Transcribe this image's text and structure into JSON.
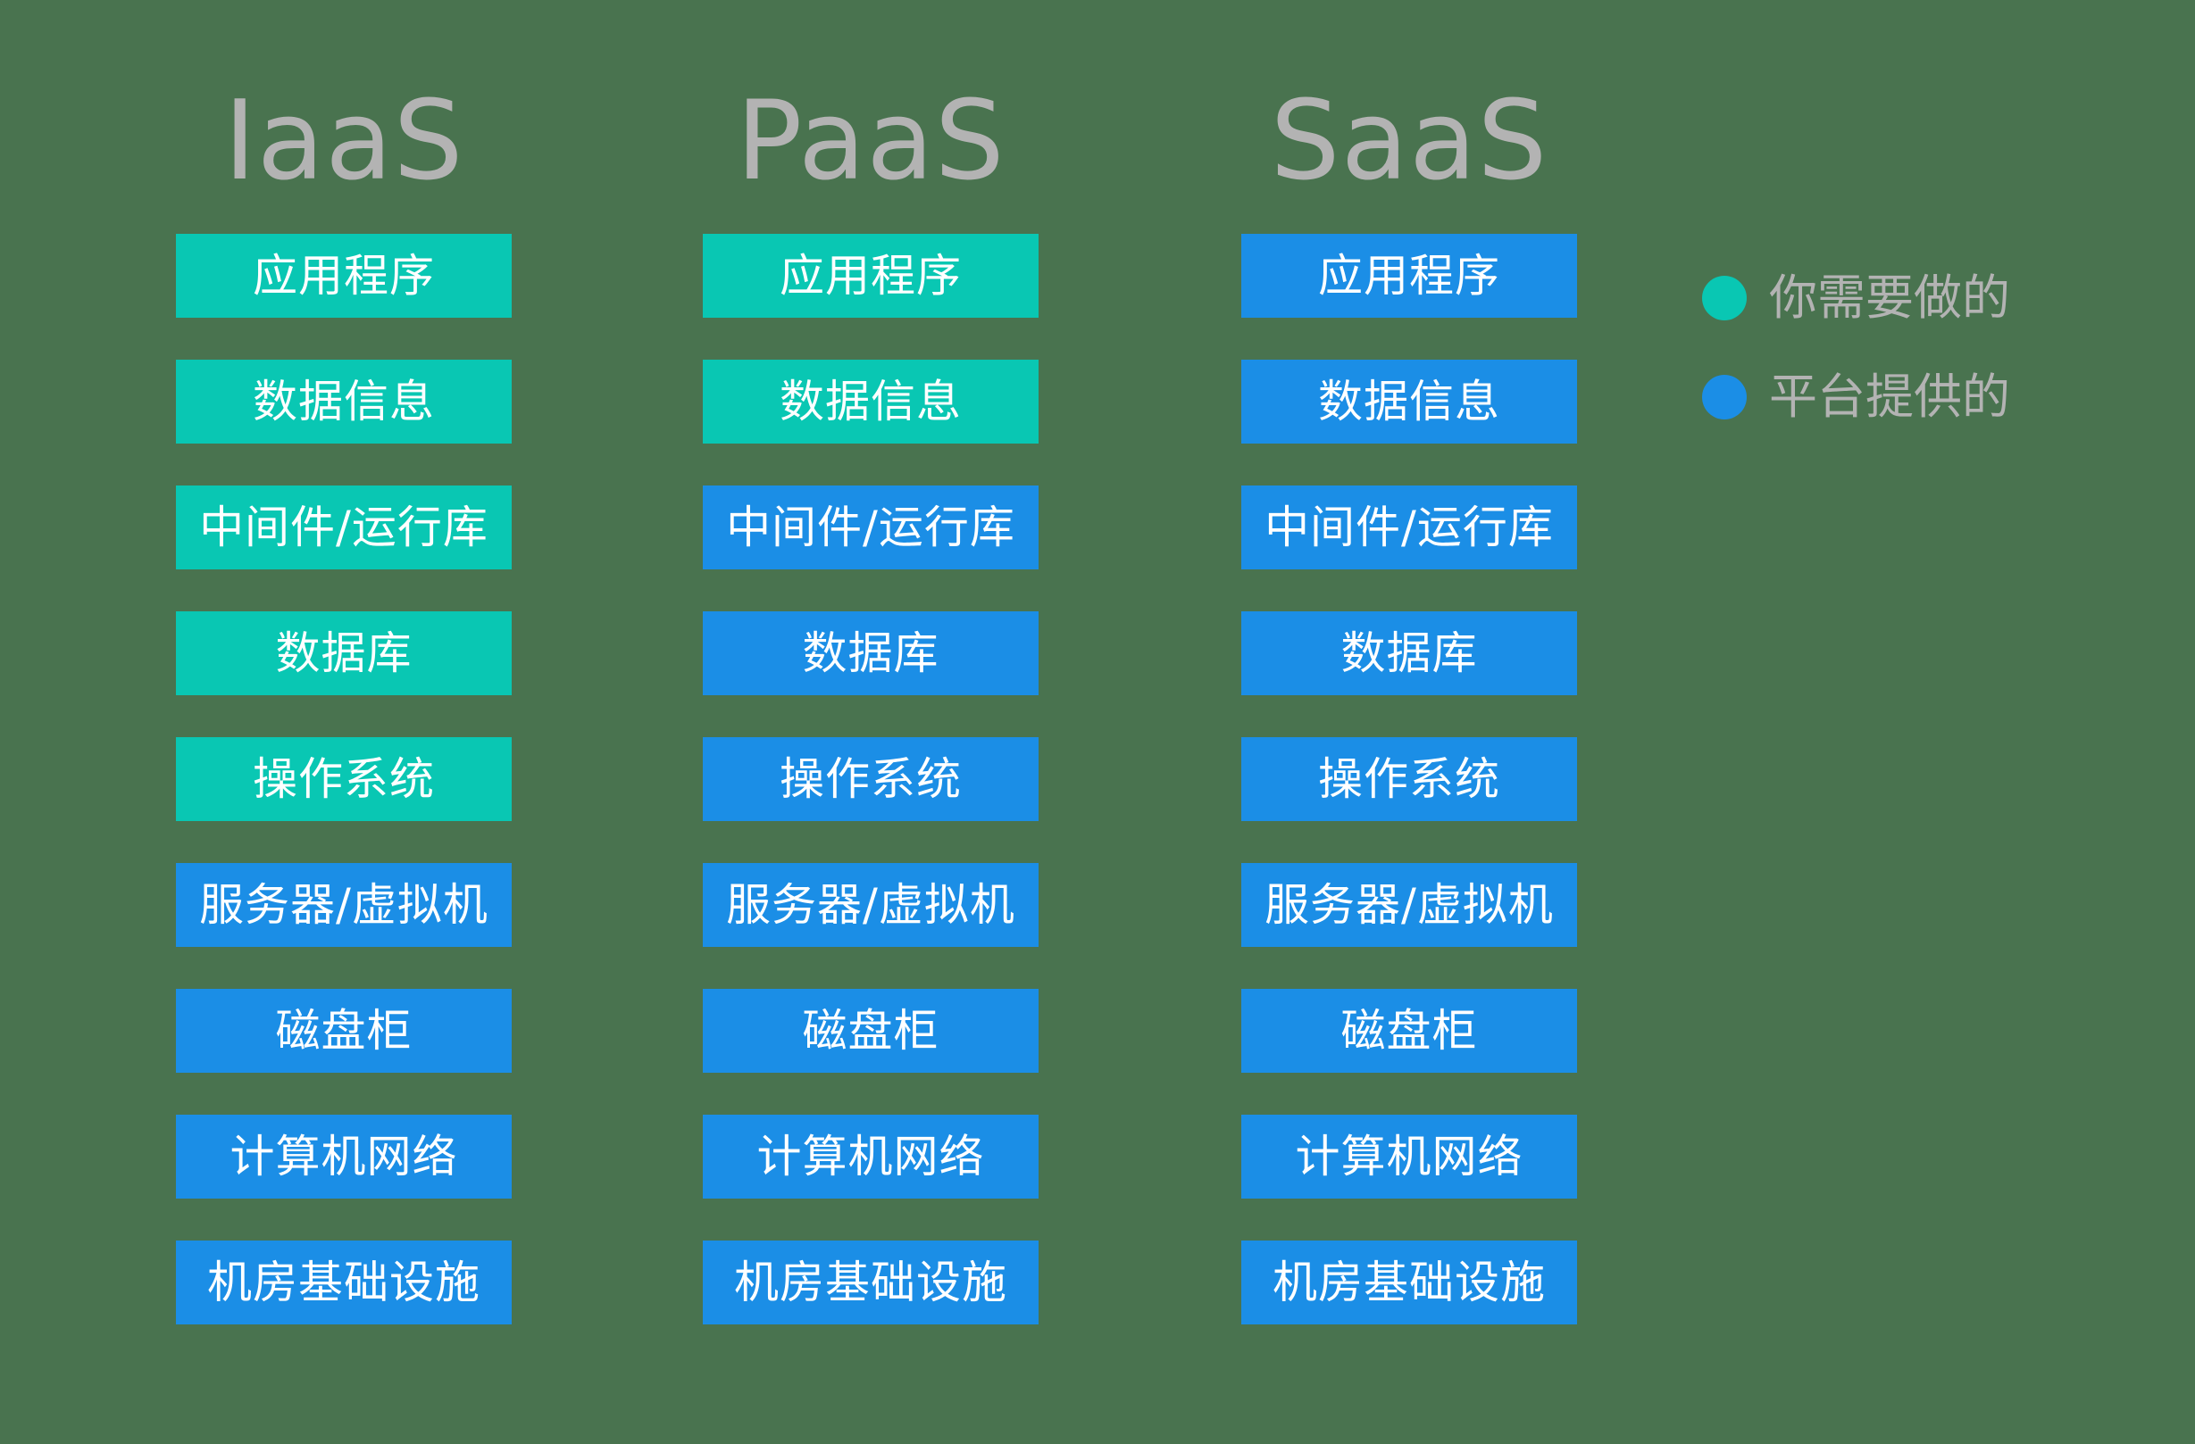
{
  "diagram": {
    "columns": [
      {
        "title": "IaaS",
        "layers": [
          {
            "label": "应用程序",
            "type": "user"
          },
          {
            "label": "数据信息",
            "type": "user"
          },
          {
            "label": "中间件/运行库",
            "type": "user"
          },
          {
            "label": "数据库",
            "type": "user"
          },
          {
            "label": "操作系统",
            "type": "user"
          },
          {
            "label": "服务器/虚拟机",
            "type": "platform"
          },
          {
            "label": "磁盘柜",
            "type": "platform"
          },
          {
            "label": "计算机网络",
            "type": "platform"
          },
          {
            "label": "机房基础设施",
            "type": "platform"
          }
        ]
      },
      {
        "title": "PaaS",
        "layers": [
          {
            "label": "应用程序",
            "type": "user"
          },
          {
            "label": "数据信息",
            "type": "user"
          },
          {
            "label": "中间件/运行库",
            "type": "platform"
          },
          {
            "label": "数据库",
            "type": "platform"
          },
          {
            "label": "操作系统",
            "type": "platform"
          },
          {
            "label": "服务器/虚拟机",
            "type": "platform"
          },
          {
            "label": "磁盘柜",
            "type": "platform"
          },
          {
            "label": "计算机网络",
            "type": "platform"
          },
          {
            "label": "机房基础设施",
            "type": "platform"
          }
        ]
      },
      {
        "title": "SaaS",
        "layers": [
          {
            "label": "应用程序",
            "type": "platform"
          },
          {
            "label": "数据信息",
            "type": "platform"
          },
          {
            "label": "中间件/运行库",
            "type": "platform"
          },
          {
            "label": "数据库",
            "type": "platform"
          },
          {
            "label": "操作系统",
            "type": "platform"
          },
          {
            "label": "服务器/虚拟机",
            "type": "platform"
          },
          {
            "label": "磁盘柜",
            "type": "platform"
          },
          {
            "label": "计算机网络",
            "type": "platform"
          },
          {
            "label": "机房基础设施",
            "type": "platform"
          }
        ]
      }
    ],
    "legend": [
      {
        "label": "你需要做的",
        "type": "user"
      },
      {
        "label": "平台提供的",
        "type": "platform"
      }
    ],
    "colors": {
      "user": "#09c7b3",
      "platform": "#1b8ee6",
      "background": "#49734f",
      "title_text": "#b3b3b3",
      "legend_text": "#b3b3b3",
      "box_text": "#ffffff"
    }
  }
}
